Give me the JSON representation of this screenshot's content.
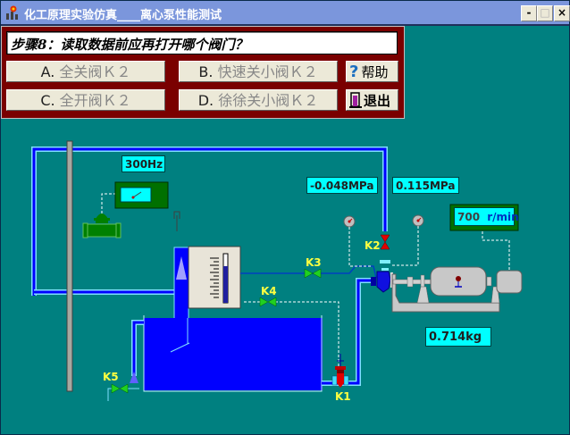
{
  "window": {
    "title": "化工原理实验仿真____离心泵性能测试",
    "controls": {
      "minimize": "-",
      "maximize": "□",
      "close": "×"
    }
  },
  "quiz": {
    "question": "步骤8：读取数据前应再打开哪个阀门？",
    "options": [
      {
        "letter": "A.",
        "text": "全关阀Ｋ２"
      },
      {
        "letter": "B.",
        "text": "快速关小阀Ｋ２"
      },
      {
        "letter": "C.",
        "text": "全开阀Ｋ２"
      },
      {
        "letter": "D.",
        "text": "徐徐关小阀Ｋ２"
      }
    ],
    "help_label": "帮助",
    "exit_label": "退出",
    "help_icon": "question-icon",
    "exit_icon": "exit-door-icon"
  },
  "readouts": {
    "frequency": "300Hz",
    "inlet_pressure": "-0.048MPa",
    "outlet_pressure": "0.115MPa",
    "speed_value": "700",
    "speed_unit": "r/min",
    "weight": "0.714kg"
  },
  "valves": {
    "k1": "K1",
    "k2": "K2",
    "k3": "K3",
    "k4": "K4",
    "k5": "K5"
  },
  "colors": {
    "background": "#008080",
    "panel": "#7a0000",
    "water": "#0000ff",
    "pipe_highlight": "#80e0ff",
    "readout_bg": "#00ffff",
    "valve_green": "#20d020",
    "valve_red": "#e00000",
    "label_yellow": "#ffff40"
  }
}
